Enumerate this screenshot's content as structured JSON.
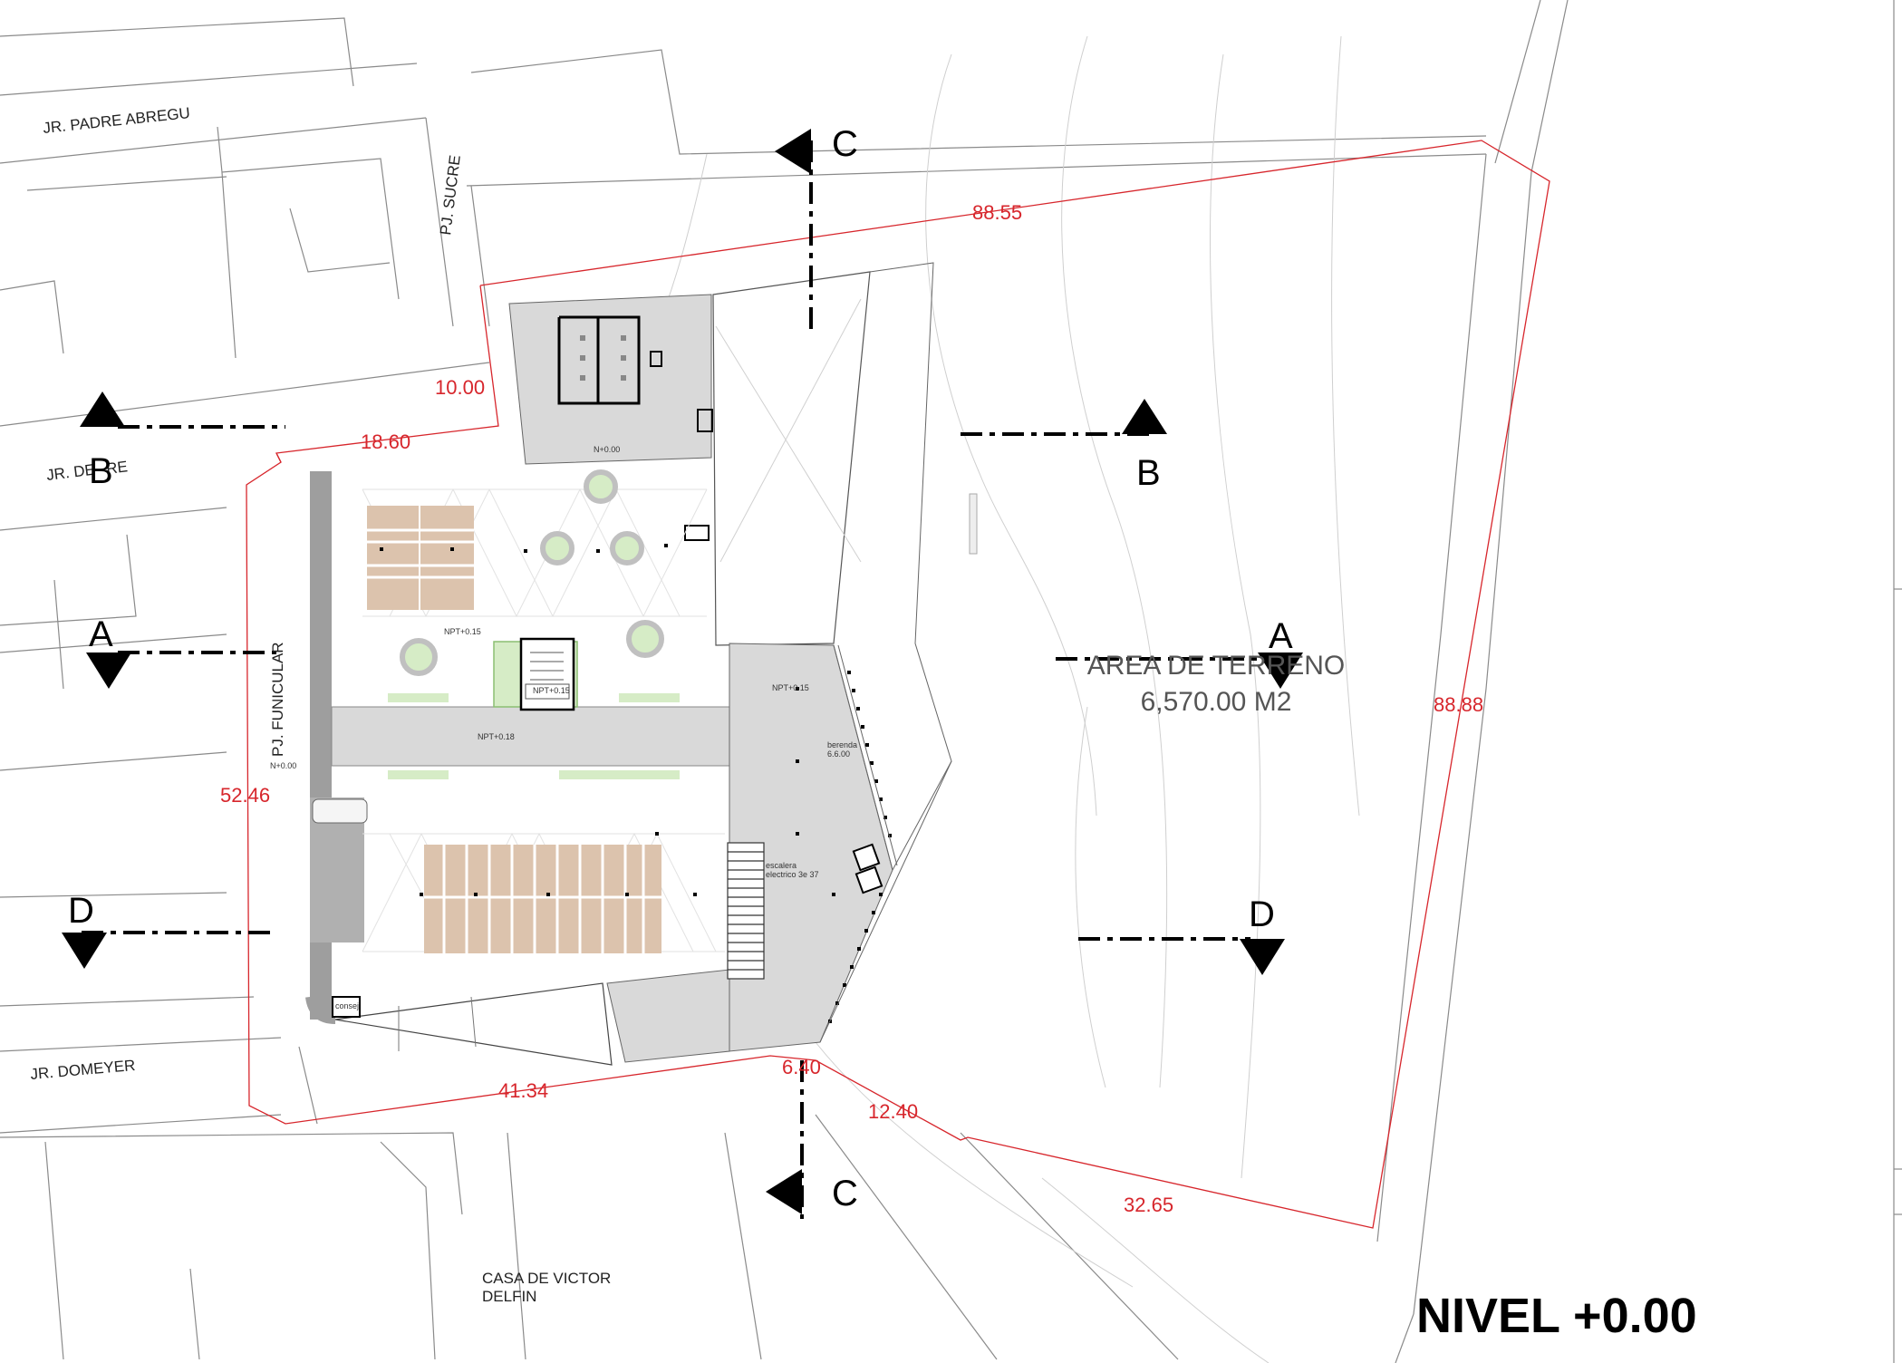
{
  "drawing": {
    "title": "NIVEL +0.00",
    "area_label": "AREA DE TERRENO",
    "area_value": "6,570.00 M2",
    "neighbor": {
      "line1": "CASA DE VICTOR",
      "line2": "DELFIN"
    }
  },
  "streets": {
    "padre_abregu": "JR. PADRE ABREGU",
    "sucre": "PJ. SUCRE",
    "jr_de": "JR. DE",
    "jr_de_tail": "RE",
    "funicular": "PJ. FUNICULAR",
    "domeyer": "JR. DOMEYER"
  },
  "dimensions": {
    "d88_55": "88.55",
    "d10_00": "10.00",
    "d18_60": "18.60",
    "d52_46": "52.46",
    "d41_34": "41.34",
    "d6_40": "6.40",
    "d12_40": "12.40",
    "d32_65": "32.65",
    "d88_88": "88.88"
  },
  "sections": {
    "a": "A",
    "b": "B",
    "c": "C",
    "d": "D"
  },
  "levels": {
    "n000": "N+0.00",
    "n000_left": "N+0.00",
    "npt015_a": "NPT+0.15",
    "npt015_b": "NPT+0.15",
    "npt015_c": "NPT+0.15",
    "npt018": "NPT+0.18",
    "berenda": "berenda",
    "berenda_level": "6.6.00",
    "ramp": "escalera",
    "ramp2": "electrico 3e 37",
    "consejo": "consej"
  },
  "colors": {
    "boundary": "#d7262c",
    "pavement": "#d9d9d9",
    "pavement_dark": "#b9b9b9",
    "seating": "#dcc3ad",
    "green": "#d6ecc6"
  }
}
